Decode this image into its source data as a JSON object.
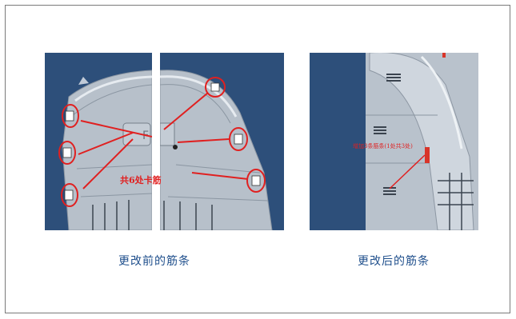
{
  "slide": {
    "before_caption": "更改前的筋条",
    "after_caption": "更改后的筋条",
    "before_callout": "共6处卡筋",
    "after_callout": "增加3条筋条(1处共3处)"
  },
  "colors": {
    "background": "#2d4f7a",
    "part": "#b7c0ca",
    "annotation": "#e02020",
    "caption": "#1f4f8c"
  }
}
